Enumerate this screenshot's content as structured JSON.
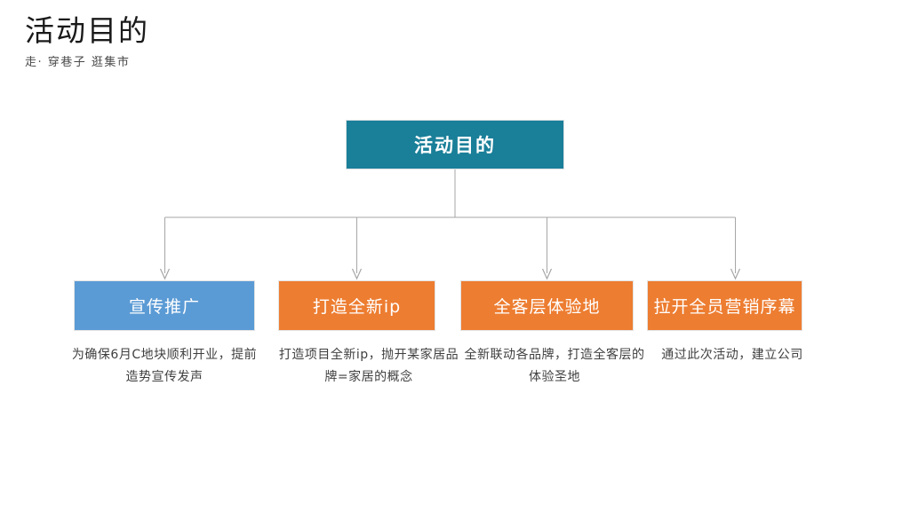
{
  "header": {
    "title": "活动目的",
    "subtitle": "走· 穿巷子 逛集市"
  },
  "colors": {
    "background": "#ffffff",
    "root_fill": "#1a7f99",
    "child_blue": "#5b9bd5",
    "child_orange": "#ed7d31",
    "connector": "#a6a6a6",
    "title_text": "#1a1a1a",
    "caption_text": "#3f3f3f",
    "node_text": "#ffffff"
  },
  "diagram": {
    "type": "org-chart",
    "root": {
      "label": "活动目的"
    },
    "children": [
      {
        "label": "宣传推广",
        "caption": "为确保6月C地块顺利开业，提前造势宣传发声",
        "color": "#5b9bd5"
      },
      {
        "label": "打造全新ip",
        "caption": "打造项目全新ip，抛开某家居品牌=家居的概念",
        "color": "#ed7d31"
      },
      {
        "label": "全客层体验地",
        "caption": "全新联动各品牌，打造全客层的体验圣地",
        "color": "#ed7d31"
      },
      {
        "label": "拉开全员营销序幕",
        "caption": "通过此次活动，建立公司",
        "color": "#ed7d31"
      }
    ]
  }
}
